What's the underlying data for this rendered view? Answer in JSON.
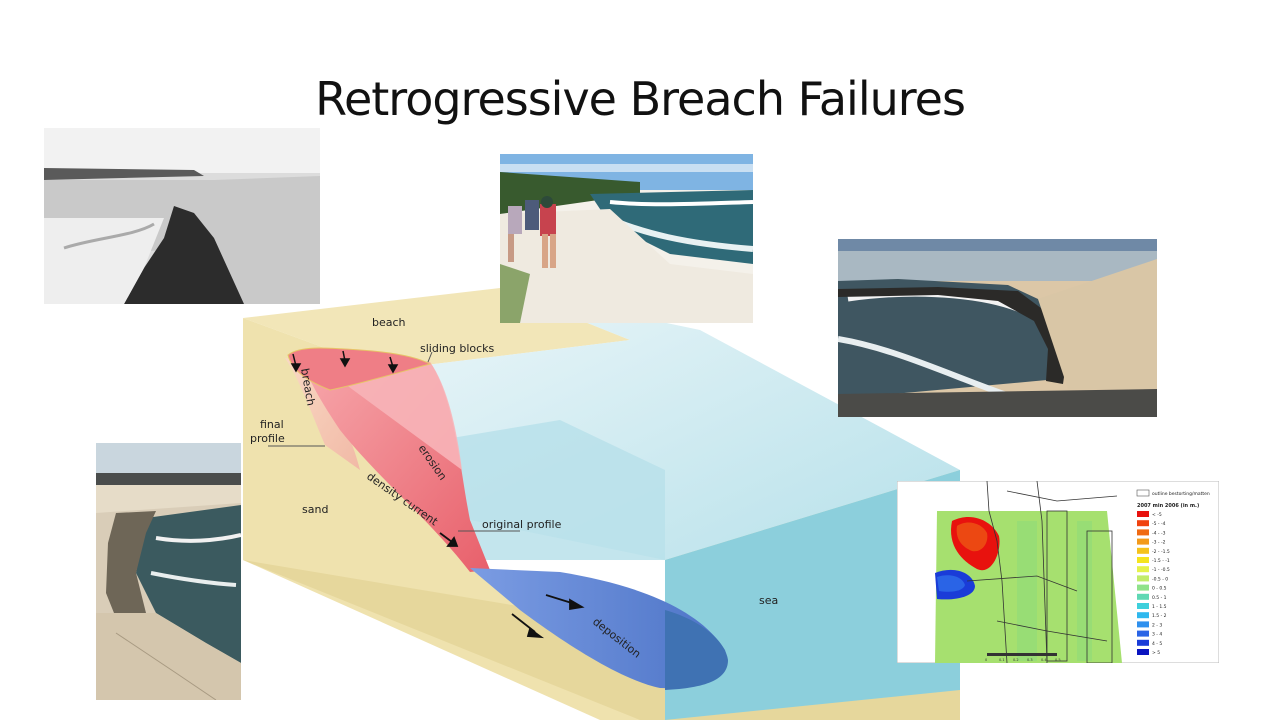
{
  "slide": {
    "title": "Retrogressive Breach Failures"
  },
  "diagram": {
    "labels": {
      "beach": "beach",
      "sliding_blocks": "sliding blocks",
      "breach": "breach",
      "final_profile_1": "final",
      "final_profile_2": "profile",
      "sand": "sand",
      "erosion": "erosion",
      "density_current": "density current",
      "original_profile": "original profile",
      "deposition": "deposition",
      "sea": "sea"
    },
    "colors": {
      "sand": "#efe2ae",
      "erosion": "#ee7b82",
      "deposition": "#6f8fd8",
      "sea": "#9ed3df"
    }
  },
  "map": {
    "legend_outline": "outline bestorting/matten",
    "legend_title": "2007 min 2006 (in m.)",
    "legend": [
      {
        "label": "< -5",
        "color": "#e8120e"
      },
      {
        "label": "-5 - -4",
        "color": "#f0420e"
      },
      {
        "label": "-4 - -3",
        "color": "#f06a12"
      },
      {
        "label": "-3 - -2",
        "color": "#f39a1a"
      },
      {
        "label": "-2 - -1.5",
        "color": "#f5c21c"
      },
      {
        "label": "-1.5 - -1",
        "color": "#f5e41e"
      },
      {
        "label": "-1 - -0.5",
        "color": "#e6f24a"
      },
      {
        "label": "-0.5 - 0",
        "color": "#c2ec6a"
      },
      {
        "label": "0 - 0.5",
        "color": "#8fe28a"
      },
      {
        "label": "0.5 - 1",
        "color": "#5fd8b4"
      },
      {
        "label": "1 - 1.5",
        "color": "#3ed0dc"
      },
      {
        "label": "1.5 - 2",
        "color": "#2fb8ee"
      },
      {
        "label": "2 - 3",
        "color": "#2f90ee"
      },
      {
        "label": "3 - 4",
        "color": "#2a64e6"
      },
      {
        "label": "4 - 5",
        "color": "#1a3cd8"
      },
      {
        "label": "> 5",
        "color": "#0a14c0"
      }
    ],
    "scale_ticks": [
      "0",
      "0.1",
      "0.2",
      "0.3",
      "0.4",
      "0.5"
    ]
  }
}
